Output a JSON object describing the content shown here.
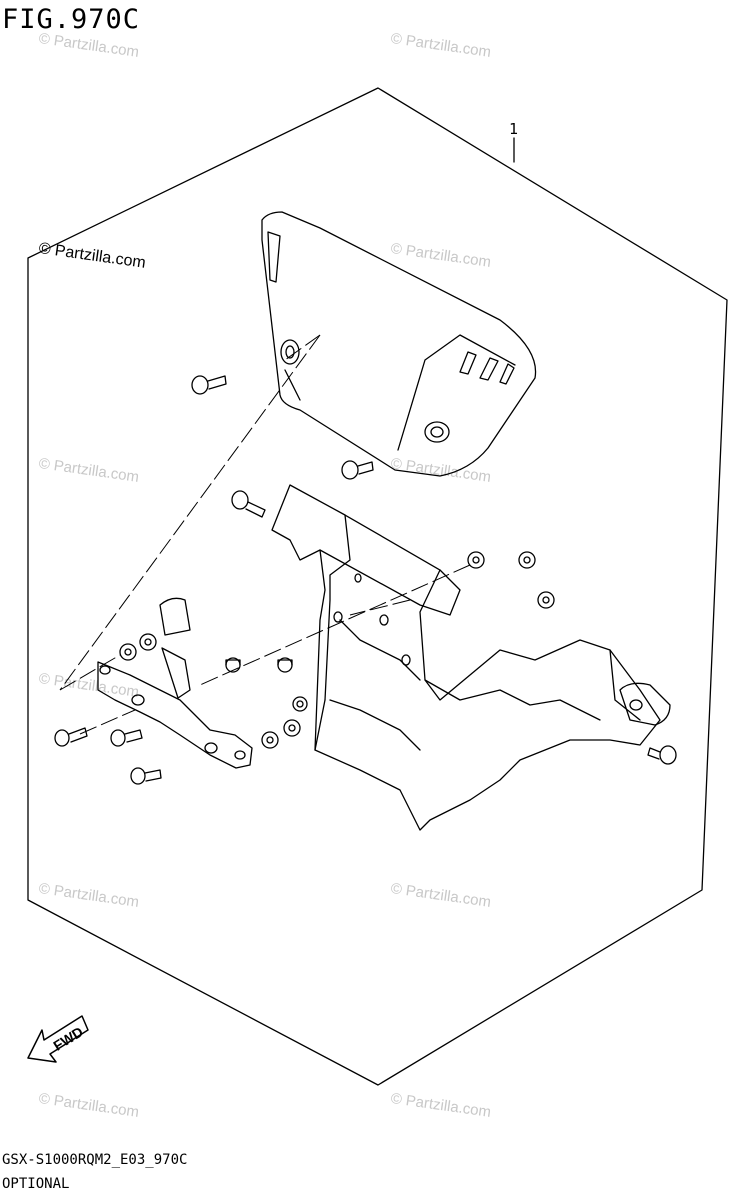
{
  "figure": {
    "title": "FIG.970C",
    "model_code": "GSX-S1000RQM2_E03_970C",
    "section_label": "OPTIONAL",
    "copyright": "© Partzilla.com",
    "watermark_text": "© Partzilla.com",
    "callouts": [
      {
        "number": "1"
      }
    ],
    "direction_marker": {
      "label": "FWD",
      "icon": "arrow-left-down-icon"
    }
  },
  "colors": {
    "line": "#000000",
    "watermark": "#c8c8c8",
    "background": "#ffffff"
  }
}
